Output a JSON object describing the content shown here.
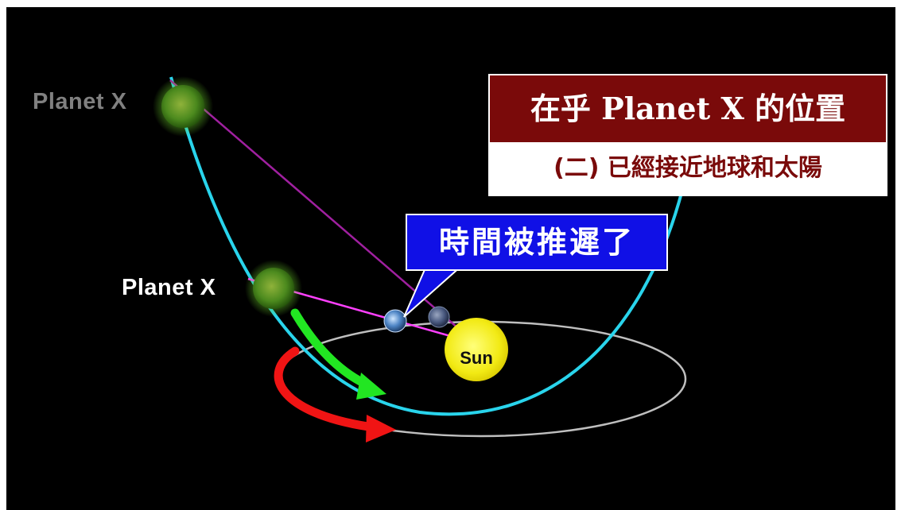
{
  "labels": {
    "planet_x_far": "Planet X",
    "planet_x_near": "Planet X",
    "sun": "Sun"
  },
  "title": {
    "main": "在乎 Planet X 的位置",
    "sub": "(二) 已經接近地球和太陽"
  },
  "callout": {
    "text": "時間被推遲了"
  },
  "colors": {
    "background": "#000000",
    "planet_x_orbit": "#29d4ec",
    "earth_orbit": "#bfbfbf",
    "sun": "#f2ea14",
    "planet_x": "#4c8a1e",
    "sight_line_far": "#a020a0",
    "sight_line_near": "#ff40ff",
    "arrow_green": "#22e622",
    "arrow_red": "#f01414",
    "title_main_bg": "#7a0a0a",
    "callout_bg": "#1010e6"
  }
}
